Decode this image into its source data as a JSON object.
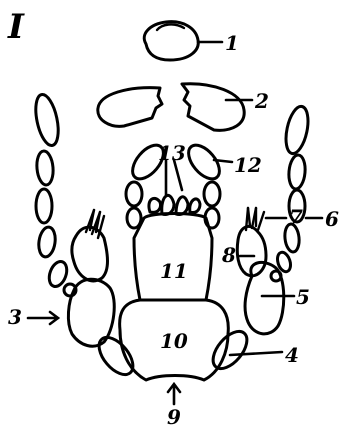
{
  "figure": {
    "panel_label": "I",
    "labels": [
      "1",
      "2",
      "3",
      "4",
      "5",
      "6",
      "7",
      "8",
      "9",
      "10",
      "11",
      "12",
      "13"
    ]
  }
}
